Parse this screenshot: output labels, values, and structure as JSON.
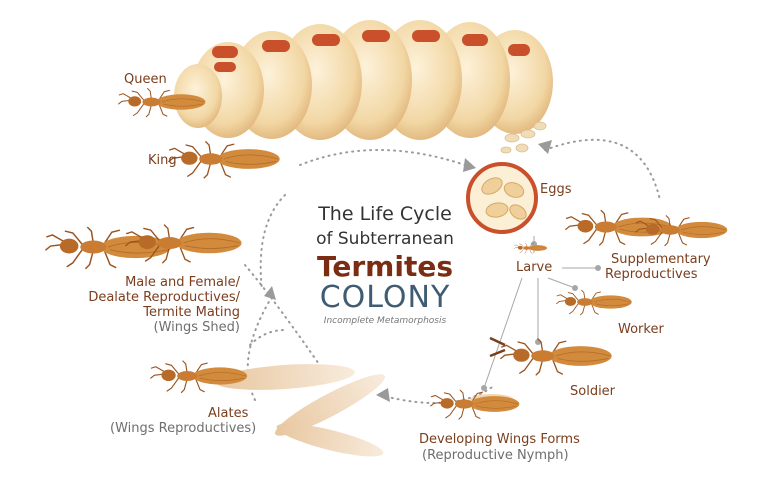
{
  "title": {
    "line1": "The Life Cycle",
    "line2": "of Subterranean",
    "line3": "Termites",
    "line4": "COLONY",
    "line5": "Incomplete Metamorphosis"
  },
  "stages": {
    "queen": "Queen",
    "king": "King",
    "eggs": "Eggs",
    "larve": "Larve",
    "supplementary_1": "Supplementary",
    "supplementary_2": "Reproductives",
    "worker": "Worker",
    "soldier": "Soldier",
    "developing": "Developing Wings Forms",
    "developing_sub": "(Reproductive Nymph)",
    "alates": "Alates",
    "alates_sub": "(Wings Reproductives)",
    "dealate_1": "Male and Female/",
    "dealate_2": "Dealate Reproductives/",
    "dealate_3": "Termite Mating",
    "dealate_sub": "(Wings Shed)"
  },
  "colors": {
    "label": "#7a3e1d",
    "sub_label": "#6e6e6e",
    "termites_word": "#7b2d14",
    "colony_word": "#3f5c73",
    "termite_body": "#d08a3a",
    "queen_abdomen": "#f3dbaa",
    "queen_band": "#c9502b",
    "wing": "#f0d6b8"
  },
  "icons": [
    "queen-termite-icon",
    "king-termite-icon",
    "egg-cluster-icon",
    "larva-icon",
    "supplementary-reproductive-icon",
    "worker-termite-icon",
    "soldier-termite-icon",
    "nymph-termite-icon",
    "alate-termite-icon",
    "mating-termites-icon"
  ]
}
